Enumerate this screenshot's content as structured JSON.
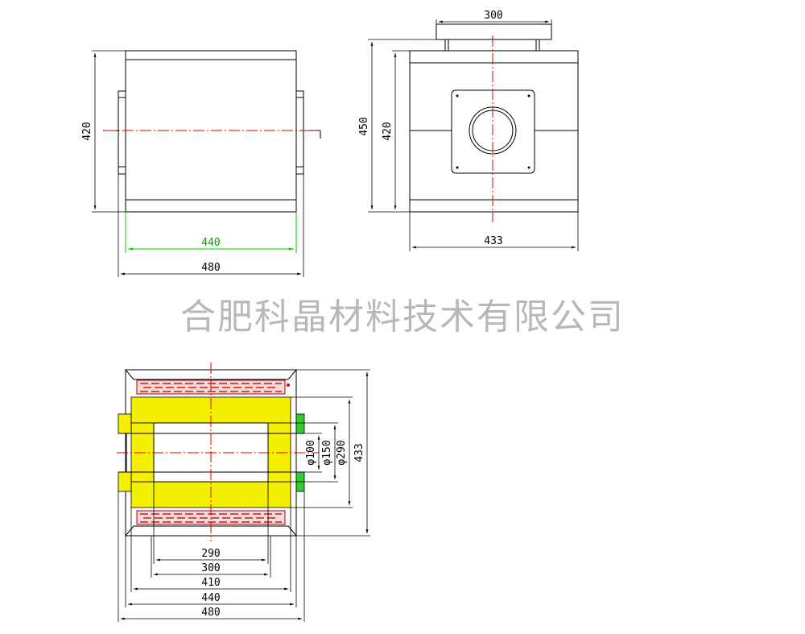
{
  "drawing": {
    "company_name": "合肥科晶材料技术有限公司",
    "colors": {
      "outline": "#000000",
      "centerline": "#e00000",
      "insulation": "#f4f000",
      "insulation_green": "#33cc33",
      "heating_coil": "#b00000",
      "highlight_dimension": "#00a000",
      "watermark": "#b8b8b8"
    },
    "front_view": {
      "dim_height": "420",
      "dim_inner_width": "440",
      "dim_total_width": "480"
    },
    "side_view": {
      "dim_top_flange": "300",
      "dim_total_height": "450",
      "dim_body_height": "420",
      "dim_width": "433"
    },
    "section_view": {
      "dim_d100": "φ100",
      "dim_d150": "φ150",
      "dim_d290": "φ290",
      "dim_height": "433",
      "dim_290": "290",
      "dim_300": "300",
      "dim_410": "410",
      "dim_440": "440",
      "dim_480": "480"
    }
  }
}
